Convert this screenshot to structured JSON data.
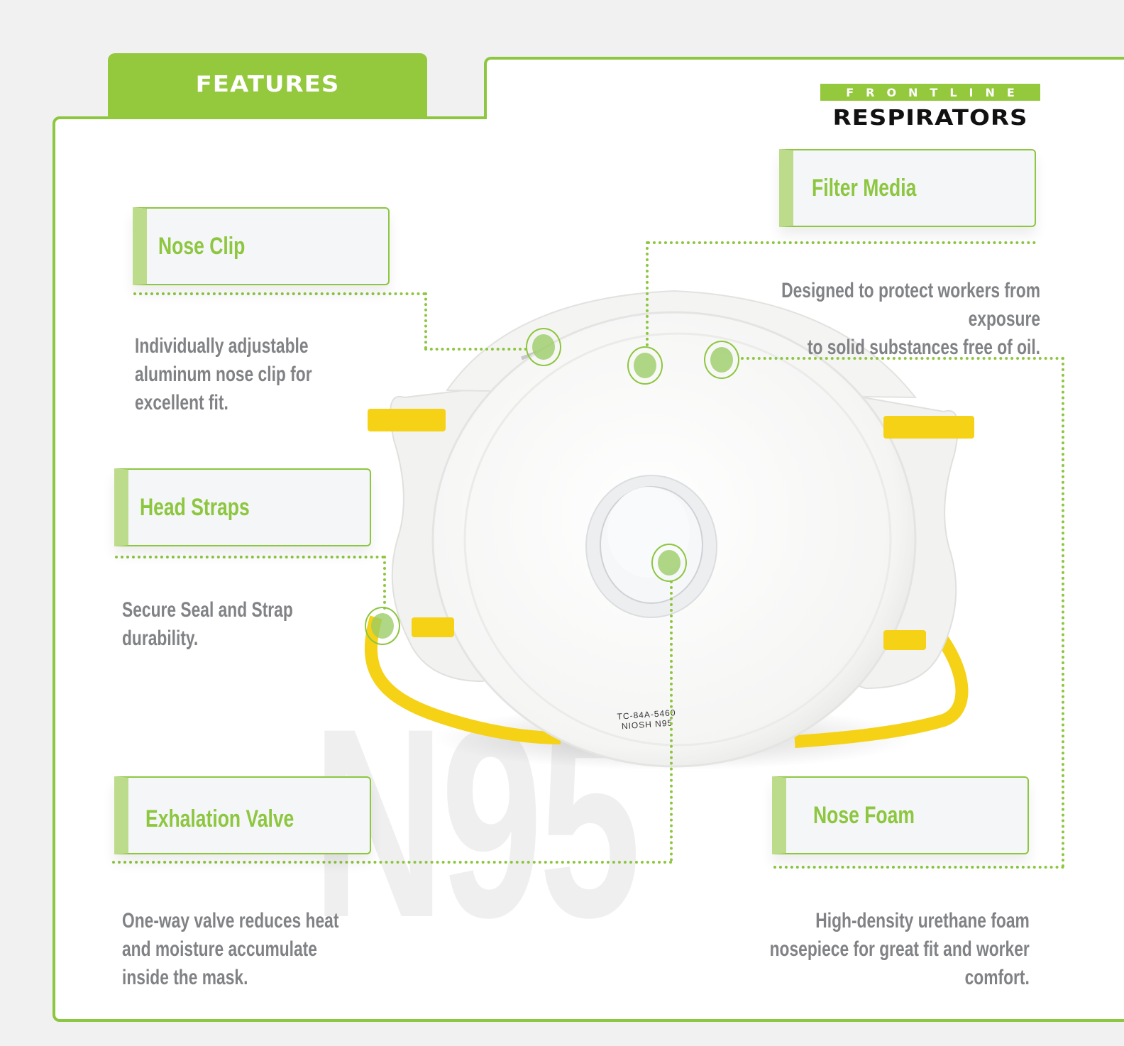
{
  "header": {
    "tab_label": "FEATURES"
  },
  "brand": {
    "line1": "FRONTLINE",
    "line2": "RESPIRATORS",
    "accent_color": "#94c83d"
  },
  "product": {
    "watermark": "N95",
    "imprint_line1": "TC-84A-5460",
    "imprint_line2": "NIOSH N95",
    "strap_color": "#f5d216"
  },
  "features": [
    {
      "id": "nose-clip",
      "title": "Nose Clip",
      "description": "Individually adjustable\naluminum nose clip for\nexcellent fit."
    },
    {
      "id": "filter-media",
      "title": "Filter Media",
      "description": "Designed to protect workers from exposure\nto solid substances free of oil."
    },
    {
      "id": "head-straps",
      "title": "Head Straps",
      "description": "Secure Seal and Strap\ndurability."
    },
    {
      "id": "exhalation-valve",
      "title": "Exhalation Valve",
      "description": "One-way valve reduces heat\nand moisture accumulate\ninside the mask."
    },
    {
      "id": "nose-foam",
      "title": "Nose Foam",
      "description": "High-density urethane foam\nnosepiece for great fit and worker\ncomfort."
    }
  ]
}
